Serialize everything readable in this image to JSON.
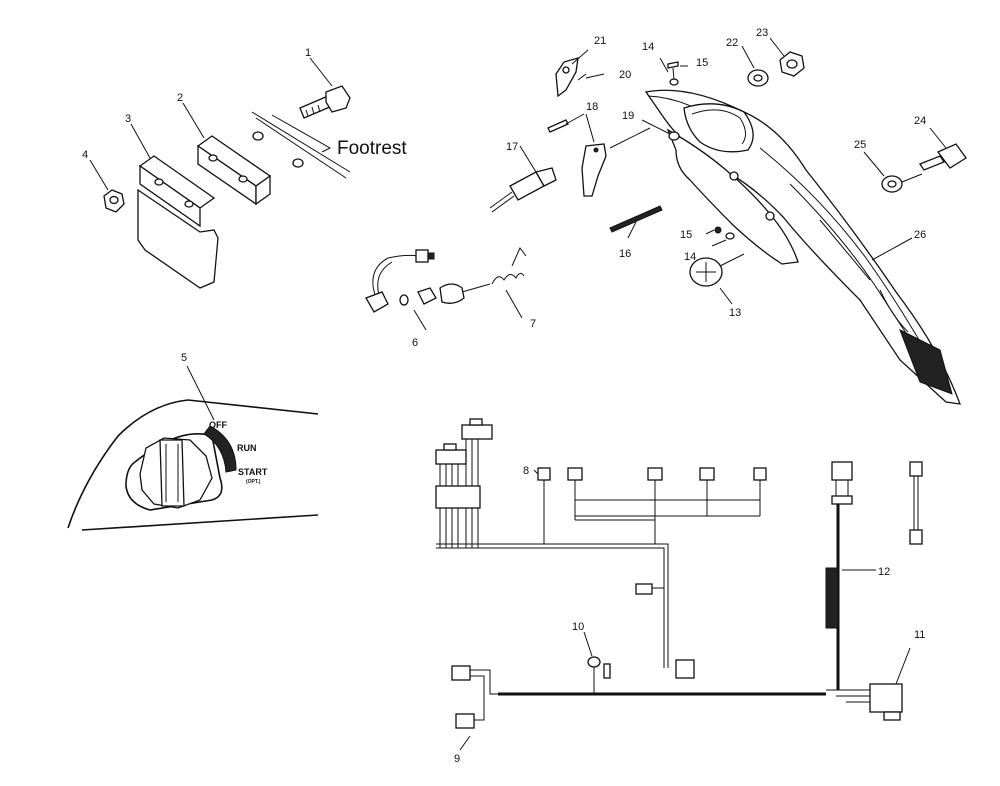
{
  "labels": {
    "footrest": "Footrest",
    "switch_off": "OFF",
    "switch_run": "RUN",
    "switch_start": "START",
    "switch_opt": "(OPT.)"
  },
  "callouts": [
    "1",
    "2",
    "3",
    "4",
    "5",
    "6",
    "7",
    "8",
    "9",
    "10",
    "11",
    "12",
    "13",
    "14",
    "14",
    "15",
    "15",
    "16",
    "17",
    "18",
    "19",
    "20",
    "21",
    "22",
    "23",
    "24",
    "25",
    "26"
  ]
}
